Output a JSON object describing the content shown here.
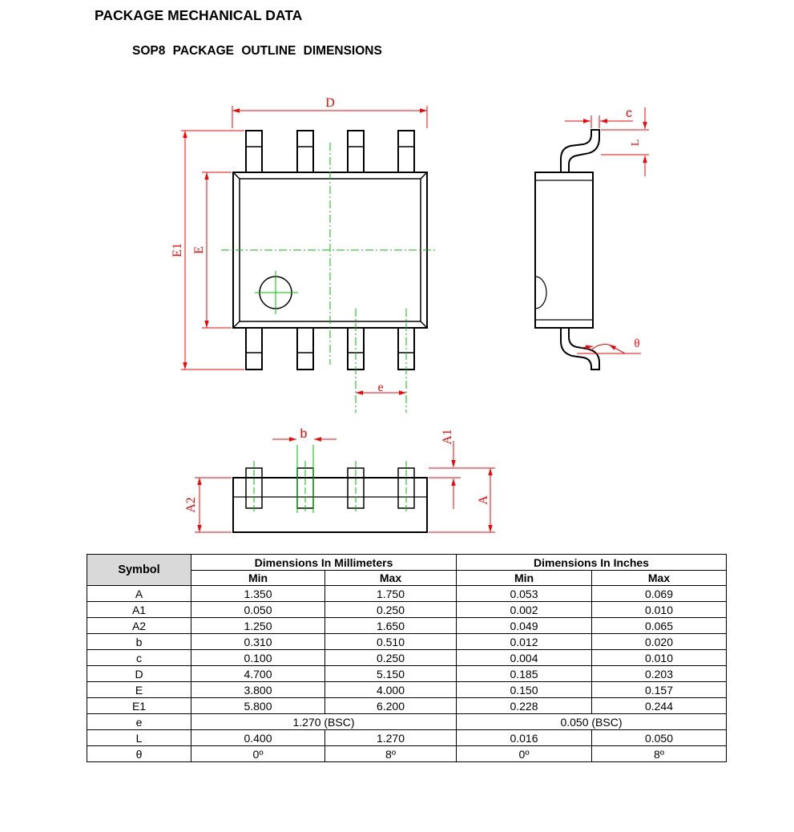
{
  "header": {
    "title": "PACKAGE MECHANICAL DATA",
    "subtitle": "SOP8  PACKAGE  OUTLINE  DIMENSIONS"
  },
  "drawing_labels": {
    "D": "D",
    "E1": "E1",
    "E": "E",
    "e": "e",
    "c": "c",
    "L": "L",
    "theta": "θ",
    "b": "b",
    "A1": "A1",
    "A2": "A2",
    "A": "A"
  },
  "table": {
    "symbol_header": "Symbol",
    "mm_header": "Dimensions In Millimeters",
    "in_header": "Dimensions In Inches",
    "min_label": "Min",
    "max_label": "Max",
    "rows": [
      {
        "symbol": "A",
        "mm_min": "1.350",
        "mm_max": "1.750",
        "in_min": "0.053",
        "in_max": "0.069"
      },
      {
        "symbol": "A1",
        "mm_min": "0.050",
        "mm_max": "0.250",
        "in_min": "0.002",
        "in_max": "0.010"
      },
      {
        "symbol": "A2",
        "mm_min": "1.250",
        "mm_max": "1.650",
        "in_min": "0.049",
        "in_max": "0.065"
      },
      {
        "symbol": "b",
        "mm_min": "0.310",
        "mm_max": "0.510",
        "in_min": "0.012",
        "in_max": "0.020"
      },
      {
        "symbol": "c",
        "mm_min": "0.100",
        "mm_max": "0.250",
        "in_min": "0.004",
        "in_max": "0.010"
      },
      {
        "symbol": "D",
        "mm_min": "4.700",
        "mm_max": "5.150",
        "in_min": "0.185",
        "in_max": "0.203"
      },
      {
        "symbol": "E",
        "mm_min": "3.800",
        "mm_max": "4.000",
        "in_min": "0.150",
        "in_max": "0.157"
      },
      {
        "symbol": "E1",
        "mm_min": "5.800",
        "mm_max": "6.200",
        "in_min": "0.228",
        "in_max": "0.244"
      },
      {
        "symbol": "e",
        "mm_span": "1.270 (BSC)",
        "in_span": "0.050 (BSC)"
      },
      {
        "symbol": "L",
        "mm_min": "0.400",
        "mm_max": "1.270",
        "in_min": "0.016",
        "in_max": "0.050"
      },
      {
        "symbol": "θ",
        "mm_min": "0º",
        "mm_max": "8º",
        "in_min": "0º",
        "in_max": "8º"
      }
    ]
  },
  "colors": {
    "dimension": "#ff0000",
    "centerline": "#00c000",
    "outline": "#000000",
    "header_bg": "#d9d9d9"
  }
}
